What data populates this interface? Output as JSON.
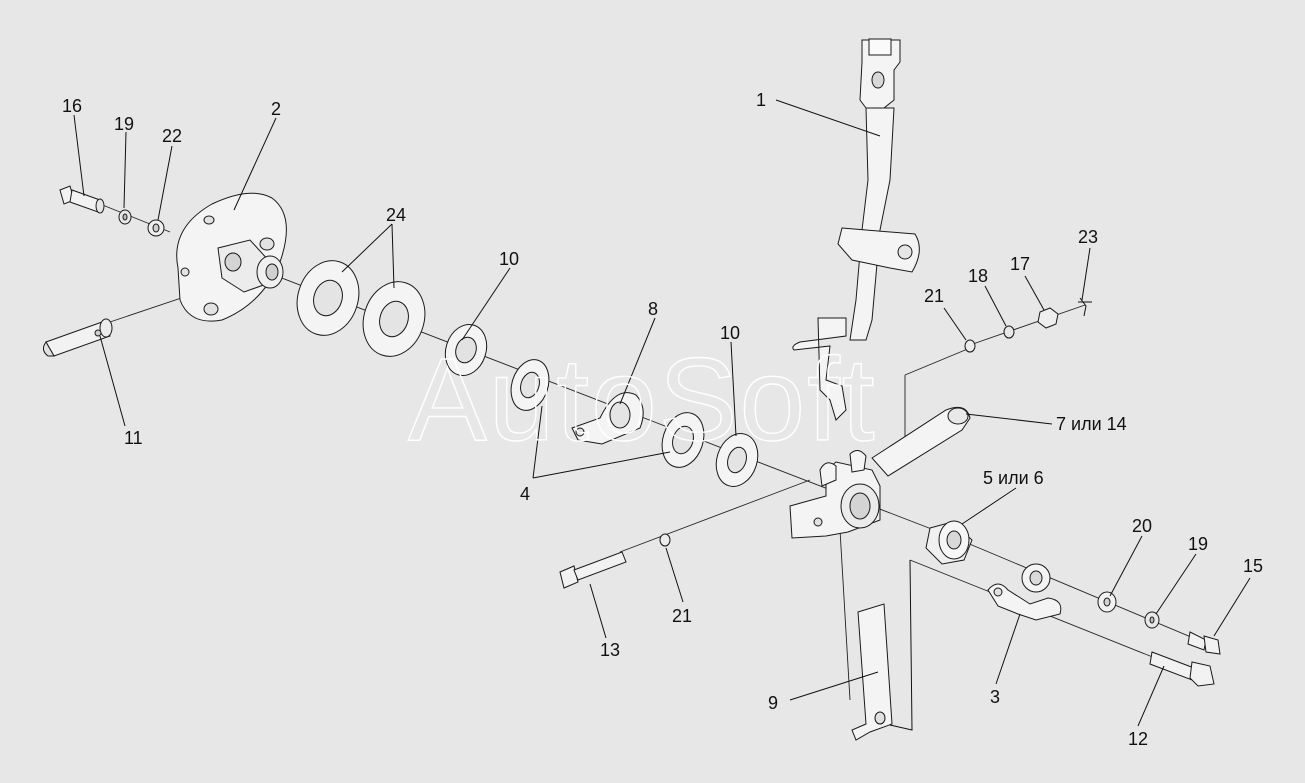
{
  "labels": {
    "l1": "1",
    "l2": "2",
    "l3": "3",
    "l4": "4",
    "l5or6": "5 или 6",
    "l7or14": "7 или 14",
    "l8": "8",
    "l9": "9",
    "l10a": "10",
    "l10b": "10",
    "l11": "11",
    "l12": "12",
    "l13": "13",
    "l15": "15",
    "l16": "16",
    "l17": "17",
    "l18": "18",
    "l19a": "19",
    "l19b": "19",
    "l20": "20",
    "l21a": "21",
    "l21b": "21",
    "l22": "22",
    "l23": "23",
    "l24": "24"
  },
  "watermark": "AutoSoft",
  "colors": {
    "background": "#e7e7e7",
    "part_fill": "#f4f4f4",
    "line": "#1a1a1a",
    "watermark": "#ffffff"
  }
}
